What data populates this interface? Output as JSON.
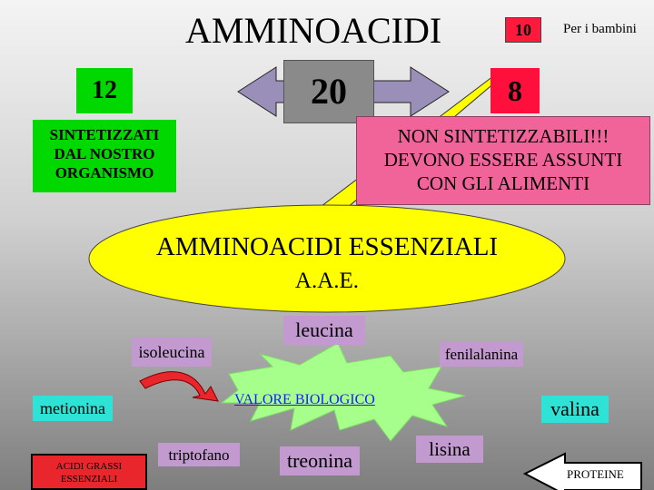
{
  "title": "AMMINOACIDI",
  "badge_10": "10",
  "per_bambini": "Per i bambini",
  "count_total": "20",
  "count_synth": "12",
  "count_nonsynth": "8",
  "synth_label": [
    "SINTETIZZATI",
    "DAL NOSTRO",
    "ORGANISMO"
  ],
  "nonsynth_label": [
    "NON SINTETIZZABILI!!!",
    "DEVONO ESSERE ASSUNTI",
    "CON GLI ALIMENTI"
  ],
  "essential_title": "AMMINOACIDI ESSENZIALI",
  "essential_abbr": "A.A.E.",
  "amino_acids": {
    "leucina": "leucina",
    "isoleucina": "isoleucina",
    "fenilalanina": "fenilalanina",
    "metionina": "metionina",
    "valina": "valina",
    "triptofano": "triptofano",
    "treonina": "treonina",
    "lisina": "lisina"
  },
  "valore_biologico": "VALORE BIOLOGICO",
  "acidi_grassi": [
    "ACIDI GRASSI",
    "ESSENZIALI"
  ],
  "proteine": "PROTEINE",
  "colors": {
    "green": "#00d800",
    "red": "#ff0f3c",
    "pink": "#f0649a",
    "gray_box": "#8a8a8a",
    "yellow": "#ffff00",
    "purple_box": "#c29acf",
    "cyan_box": "#2ee3d6",
    "lime_splat": "#a6ff8a"
  }
}
